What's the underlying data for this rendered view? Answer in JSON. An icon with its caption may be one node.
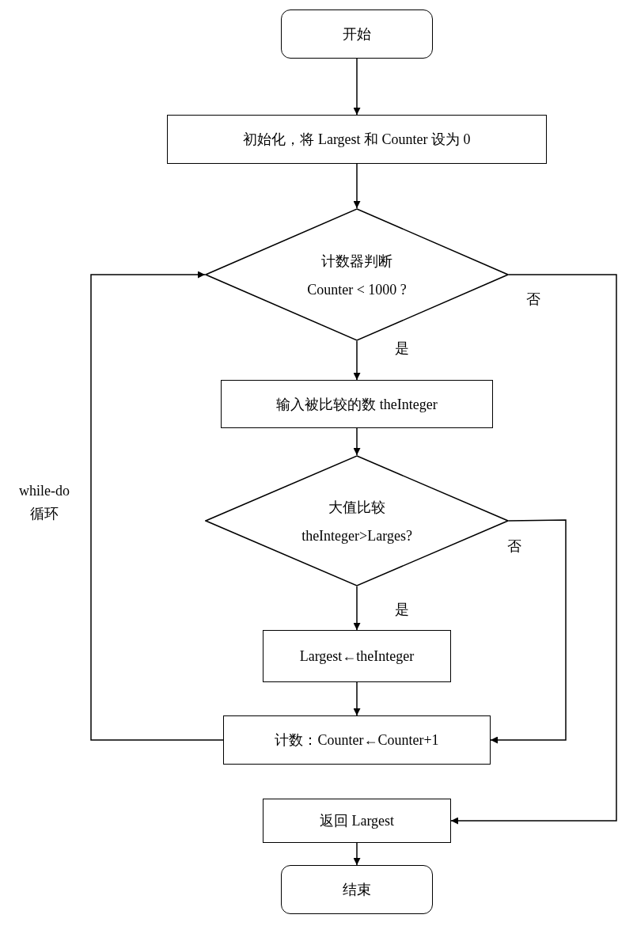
{
  "diagram": {
    "nodes": [
      {
        "text": [
          "开始"
        ]
      },
      {
        "text": [
          "初始化，将 Largest 和 Counter 设为 0"
        ]
      },
      {
        "text": [
          "计数器判断",
          "Counter < 1000 ?"
        ]
      },
      {
        "text": [
          "输入被比较的数 theInteger"
        ]
      },
      {
        "text": [
          "大值比较",
          "theInteger>Larges?"
        ]
      },
      {
        "text": [
          "Largest←theInteger"
        ]
      },
      {
        "text": [
          "计数：Counter←Counter+1"
        ]
      },
      {
        "text": [
          "返回 Largest"
        ]
      },
      {
        "text": [
          "结束"
        ]
      }
    ],
    "edges": [
      {
        "from": 0,
        "to": 1,
        "arrow": "to"
      },
      {
        "from": 1,
        "to": 2,
        "arrow": "to"
      },
      {
        "from": 2,
        "to": 3,
        "arrow": "to",
        "label": "是"
      },
      {
        "from": 3,
        "to": 4,
        "arrow": "to"
      },
      {
        "from": 4,
        "to": 5,
        "arrow": "to",
        "label": "是"
      },
      {
        "from": 5,
        "to": 6,
        "arrow": "to"
      },
      {
        "from": 4,
        "to": 6,
        "arrow": "to",
        "label": "否"
      },
      {
        "from": 6,
        "to": 2,
        "arrow": "to",
        "label": "while-do 循环"
      },
      {
        "from": 2,
        "to": 7,
        "arrow": "to",
        "label": "否"
      },
      {
        "from": 7,
        "to": 8,
        "arrow": "to"
      }
    ]
  }
}
